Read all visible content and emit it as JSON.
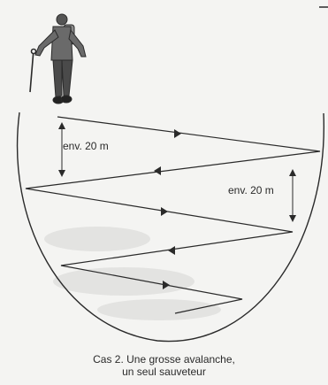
{
  "diagram": {
    "distance_label_left": "env. 20 m",
    "distance_label_right": "env. 20 m",
    "caption_line1": "Cas 2. Une grosse avalanche,",
    "caption_line2": "un seul sauveteur",
    "colors": {
      "background": "#f4f4f2",
      "line": "#2a2a2a",
      "shading": "#cfcfcf"
    },
    "icons": [
      "rescuer-figure",
      "avalanche-probe-icon",
      "direction-arrow-icon"
    ]
  }
}
